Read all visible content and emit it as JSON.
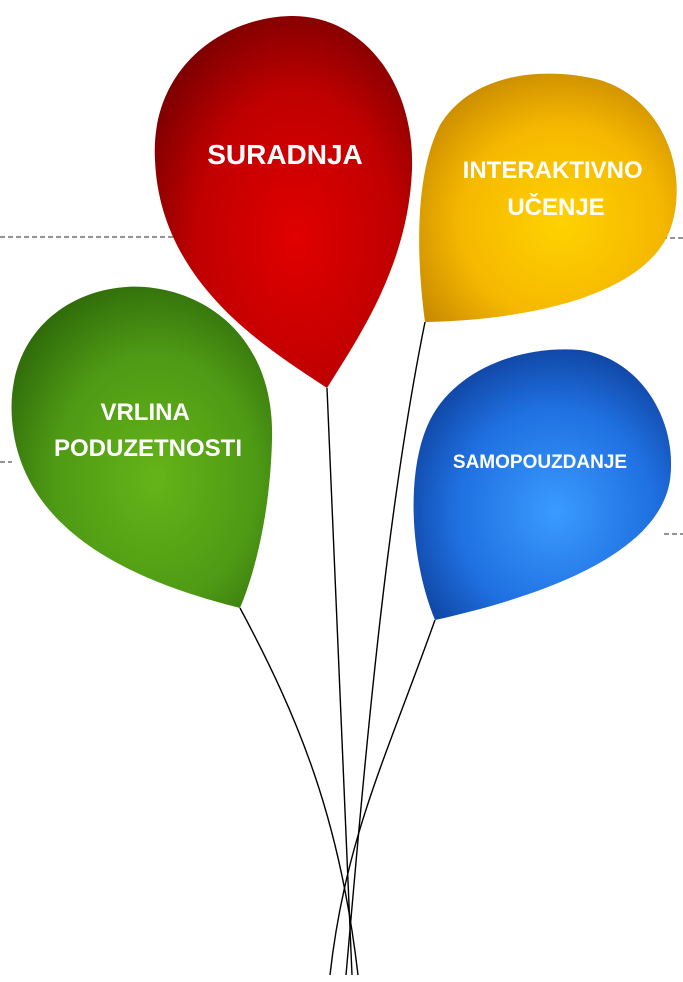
{
  "balloons": [
    {
      "id": "suradnja",
      "lines": [
        "SURADNJA"
      ],
      "color": "#c00000"
    },
    {
      "id": "interaktivno",
      "lines": [
        "INTERAKTIVNO",
        "UČENJE"
      ],
      "color": "#ffc000"
    },
    {
      "id": "vrlina",
      "lines": [
        "VRLINA",
        "PODUZETNOSTI"
      ],
      "color": "#4e9a15"
    },
    {
      "id": "samopouzdanje",
      "lines": [
        "SAMOPOUZDANJE"
      ],
      "color": "#1f6fe0"
    }
  ]
}
